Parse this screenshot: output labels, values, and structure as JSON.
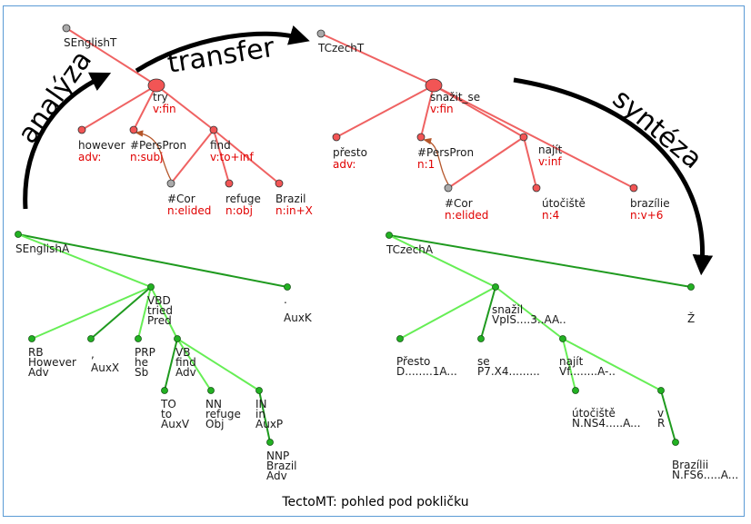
{
  "caption": "TectoMT: pohled pod pokličku",
  "arrows": {
    "analysis": "analýza",
    "transfer": "transfer",
    "synthesis": "syntéza"
  },
  "colors": {
    "t_edge": "#ef6262",
    "a_edge_light": "#66ee55",
    "a_edge_dark": "#1f9a1f",
    "t_node": "#f25555",
    "a_node": "#22b122",
    "root_node": "#aaaaaa",
    "coref": "#b5562a",
    "func": "#e00000"
  },
  "english_t": {
    "root": "SEnglishT",
    "try": {
      "lemma": "try",
      "func": "v:fin"
    },
    "however": {
      "lemma": "however",
      "func": "adv:"
    },
    "perspron": {
      "lemma": "#PersPron",
      "func": "n:subj"
    },
    "find": {
      "lemma": "find",
      "func": "v:to+inf"
    },
    "cor": {
      "lemma": "#Cor",
      "func": "n:elided"
    },
    "refuge": {
      "lemma": "refuge",
      "func": "n:obj"
    },
    "brazil": {
      "lemma": "Brazil",
      "func": "n:in+X"
    }
  },
  "czech_t": {
    "root": "TCzechT",
    "snazit": {
      "lemma": "snažit_se",
      "func": "v:fin"
    },
    "presto": {
      "lemma": "přesto",
      "func": "adv:"
    },
    "perspron": {
      "lemma": "#PersPron",
      "func": "n:1"
    },
    "najit": {
      "lemma": "najít",
      "func": "v:inf"
    },
    "cor": {
      "lemma": "#Cor",
      "func": "n:elided"
    },
    "utociste": {
      "lemma": "útočiště",
      "func": "n:4"
    },
    "brazilie": {
      "lemma": "brazílie",
      "func": "n:v+6"
    }
  },
  "english_a": {
    "root": "SEnglishA",
    "tried": [
      "VBD",
      "tried",
      "Pred"
    ],
    "period": [
      ".",
      "AuxK"
    ],
    "however": [
      "RB",
      "However",
      "Adv"
    ],
    "comma": [
      ",",
      "AuxX"
    ],
    "he": [
      "PRP",
      "he",
      "Sb"
    ],
    "find": [
      "VB",
      "find",
      "Adv"
    ],
    "to": [
      "TO",
      "to",
      "AuxV"
    ],
    "refuge": [
      "NN",
      "refuge",
      "Obj"
    ],
    "in": [
      "IN",
      "in",
      "AuxP"
    ],
    "brazil": [
      "NNP",
      "Brazil",
      "Adv"
    ]
  },
  "czech_a": {
    "root": "TCzechA",
    "snazil": [
      "snažil",
      "VpIS....3..AA.."
    ],
    "z": [
      "Ž"
    ],
    "presto": [
      "Přesto",
      "D........1A..."
    ],
    "se": [
      "se",
      "P7.X4........."
    ],
    "najit": [
      "najít",
      "Vf........A-.."
    ],
    "utociste": [
      "útočiště",
      "N.NS4.....A..."
    ],
    "v": [
      "v",
      "R"
    ],
    "brazilii": [
      "Brazílii",
      "N.FS6.....A..."
    ]
  }
}
